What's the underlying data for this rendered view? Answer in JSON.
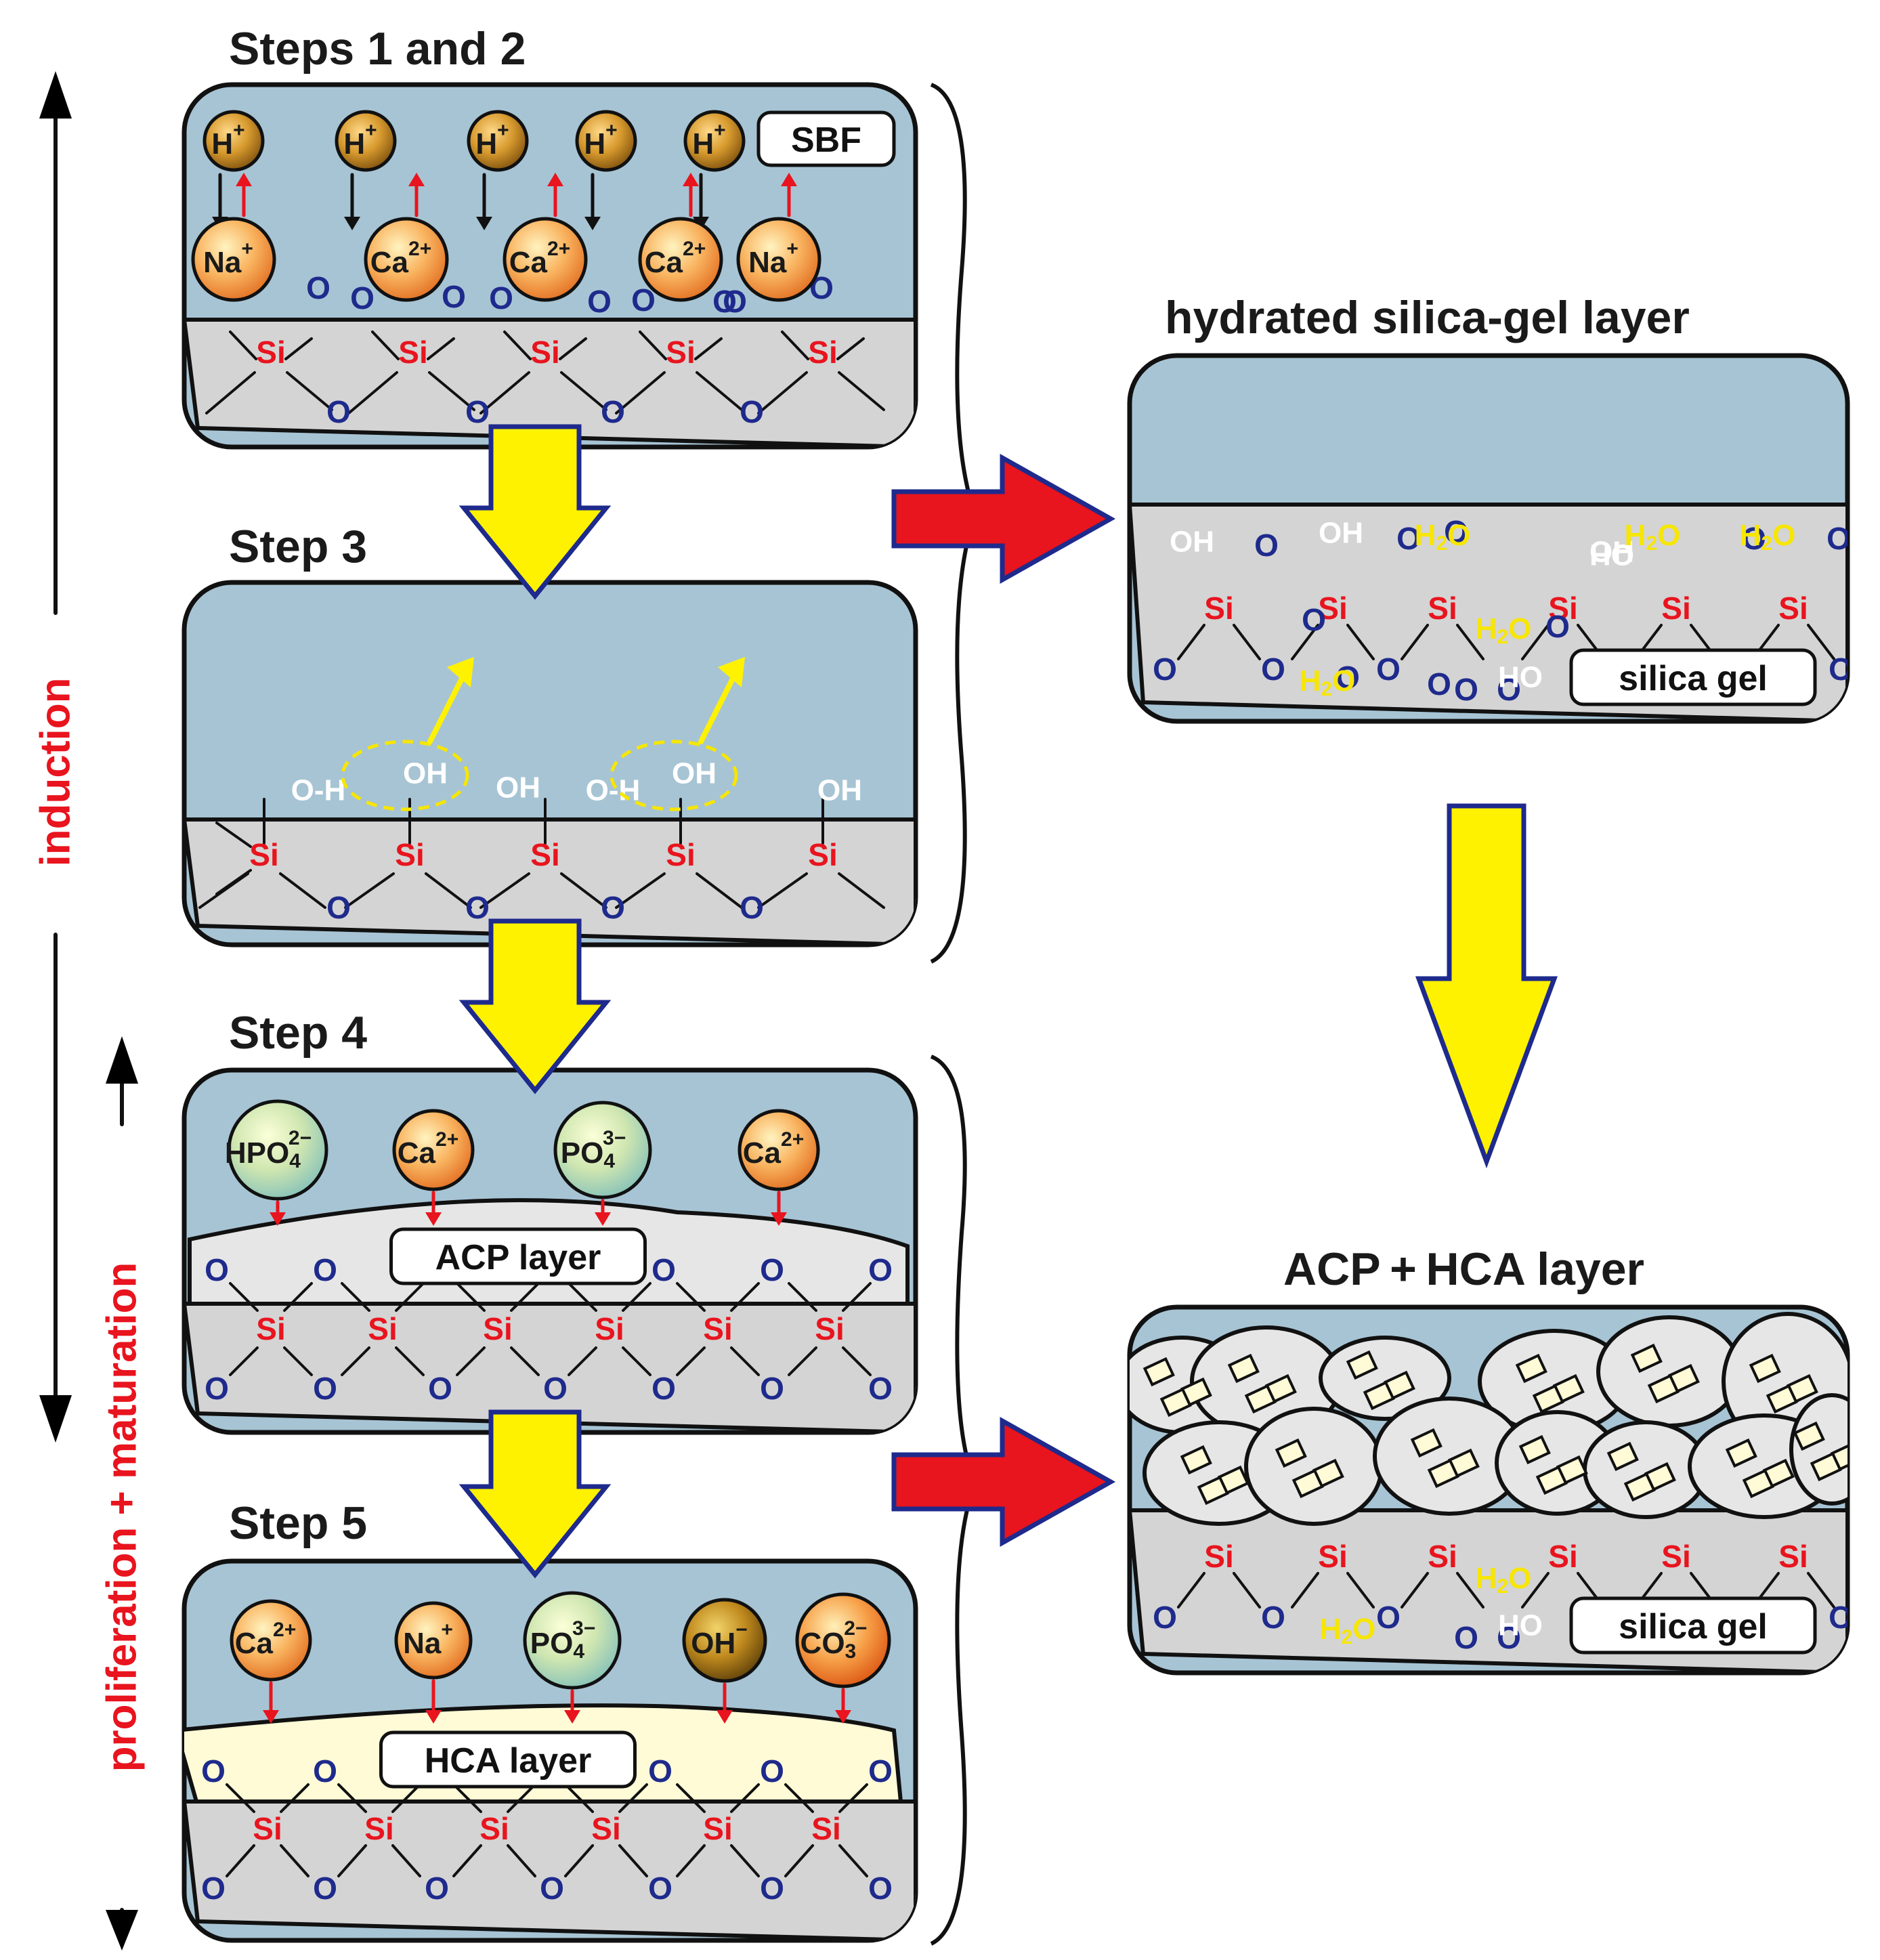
{
  "titles": {
    "steps12": "Steps 1 and 2",
    "step3": "Step 3",
    "step4": "Step 4",
    "step5": "Step 5",
    "silica_gel_layer": "hydrated silica-gel layer",
    "acp_hca": "ACP + HCA layer"
  },
  "side_labels": {
    "induction": "induction",
    "proliferation": "proliferation + maturation"
  },
  "boxes": {
    "sbf": "SBF",
    "acp_layer": "ACP layer",
    "hca_layer": "HCA layer",
    "silica_gel": "silica gel"
  },
  "atoms": {
    "si": "Si",
    "o": "O",
    "oh": "OH",
    "ho": "HO",
    "o_h": "O-H",
    "h2o": "H2O"
  },
  "ions_step12": [
    {
      "base": "H",
      "sup": "+"
    },
    {
      "base": "Na",
      "sup": "+"
    },
    {
      "base": "Ca",
      "sup": "2+"
    }
  ],
  "ions_step4": [
    {
      "base": "HPO",
      "sub": "4",
      "sup": "2−"
    },
    {
      "base": "Ca",
      "sup": "2+"
    },
    {
      "base": "PO",
      "sub": "4",
      "sup": "3−"
    },
    {
      "base": "Ca",
      "sup": "2+"
    }
  ],
  "ions_step5": [
    {
      "base": "Ca",
      "sup": "2+"
    },
    {
      "base": "Na",
      "sup": "+"
    },
    {
      "base": "PO",
      "sub": "4",
      "sup": "3−"
    },
    {
      "base": "OH",
      "sup": "−"
    },
    {
      "base": "CO",
      "sub": "3",
      "sup": "2−"
    }
  ],
  "colors": {
    "solution": "#a7c4d4",
    "glass": "#d4d4d4",
    "acp": "#e6e6e6",
    "hca": "#fffbd6",
    "yellow_arrow": "#fff200",
    "red_arrow": "#e8141e",
    "si": "#e8141e",
    "oxygen": "#1e2a8c"
  }
}
